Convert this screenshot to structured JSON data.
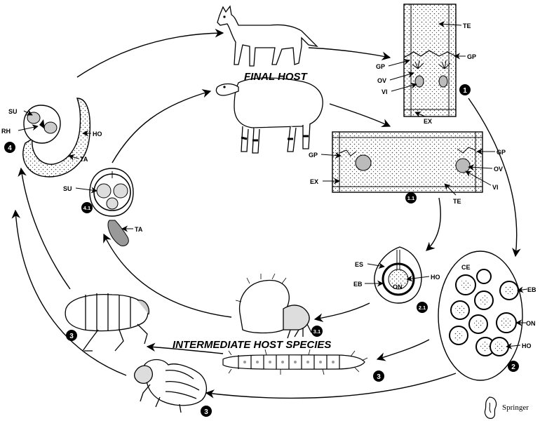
{
  "titles": {
    "final_host": "FINAL HOST",
    "intermediate_host": "INTERMEDIATE HOST SPECIES"
  },
  "labels": {
    "te": "TE",
    "gp": "GP",
    "ov": "OV",
    "vi": "VI",
    "ex": "EX",
    "su": "SU",
    "rh": "RH",
    "ho": "HO",
    "ta": "TA",
    "es": "ES",
    "eb": "EB",
    "on": "ON",
    "ce": "CE"
  },
  "stages": {
    "s1": "1",
    "s1_1": "1.1",
    "s2": "2",
    "s2_1": "2.1",
    "s3": "3",
    "s3_1": "3.1",
    "s4": "4",
    "s4_1": "4.1"
  },
  "publisher": "Springer"
}
